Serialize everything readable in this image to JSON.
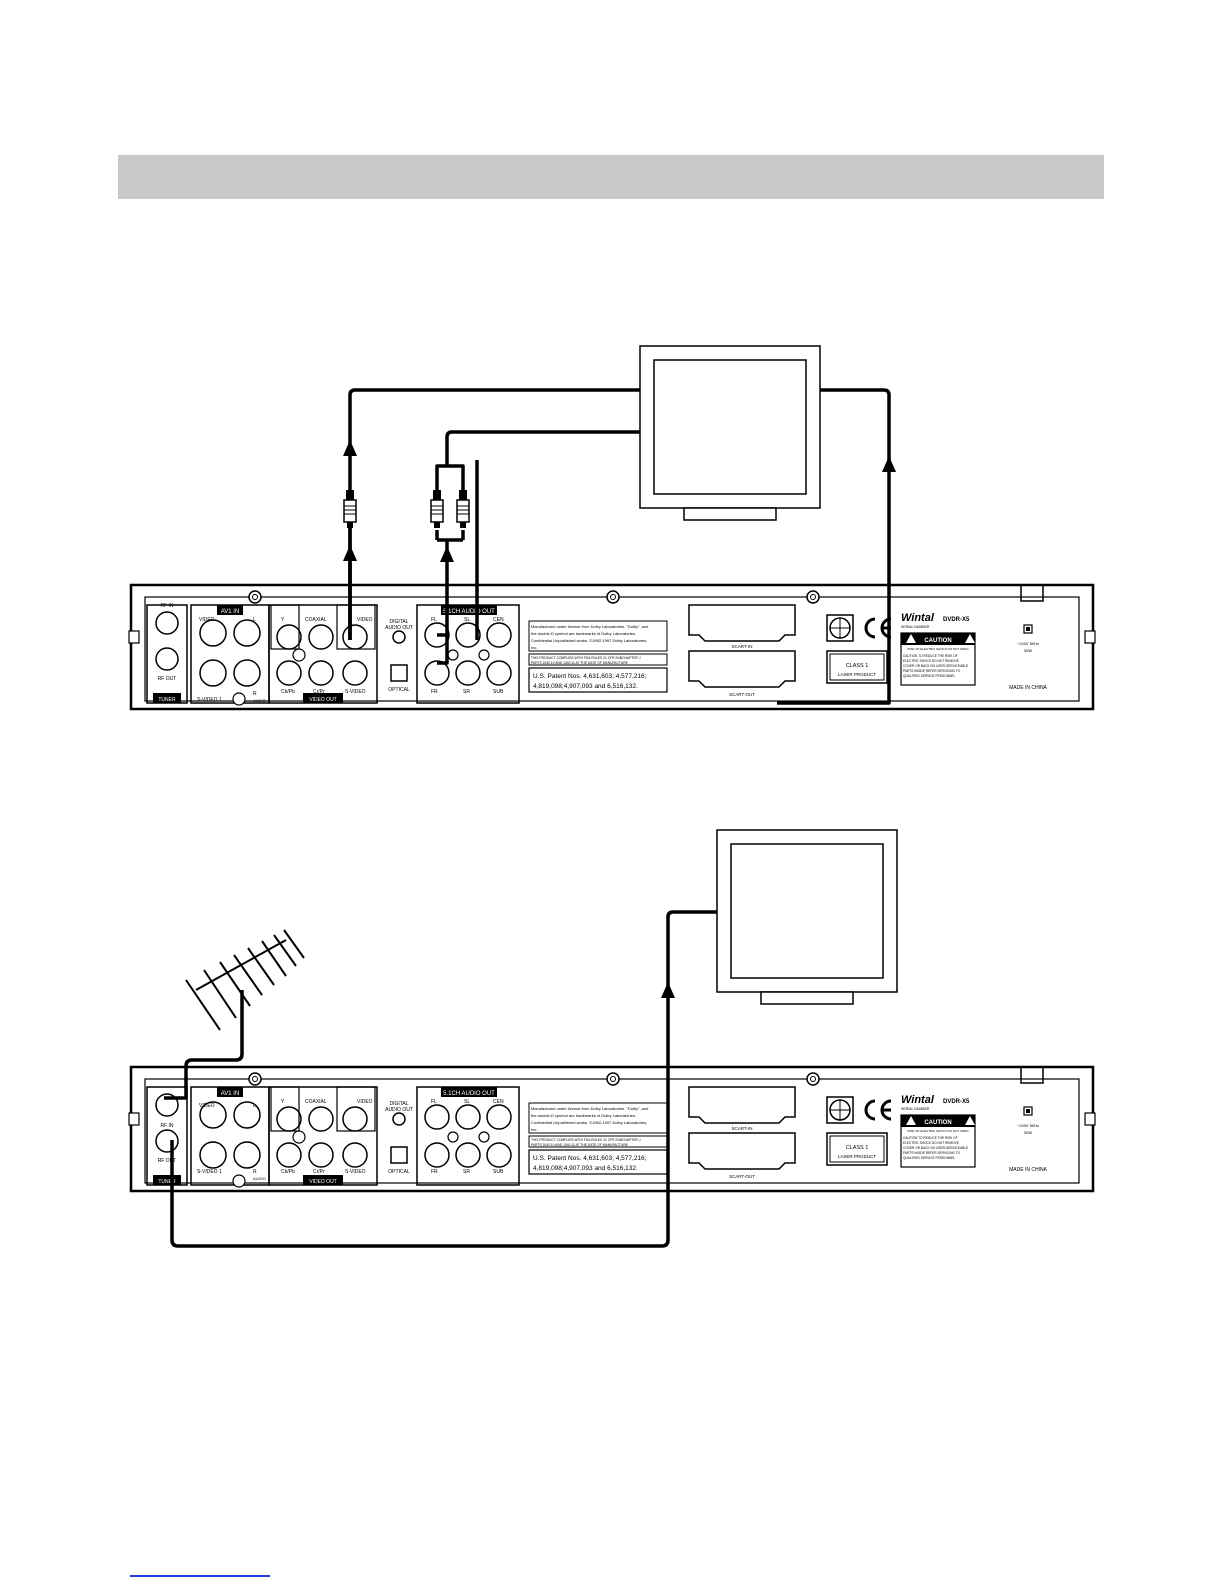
{
  "device": {
    "brand": "Wintal",
    "model": "DVDR-X5",
    "serial": "SERIAL NUMBER",
    "power": "~240V 50Hz",
    "watts": "30W",
    "made_in": "MADE IN CHINA",
    "laser_line1": "CLASS 1",
    "laser_line2": "LASER PRODUCT",
    "caution_title": "CAUTION",
    "caution_sub": "RISK OF ELECTRIC SHOCK DO NOT OPEN",
    "caution_body": [
      "CAUTION TO REDUCE THE RISK OF",
      "ELECTRIC SHOCK DO NOT REMOVE",
      "COVER OR BACK NO USER-SERVICEABLE",
      "PARTS INSIDE REFER SERVICING TO",
      "QUALIFIED SERVICE PERSONNEL"
    ],
    "dolby_text": [
      "Manufactured under license from Dolby Laboratories. \"Dolby\", and",
      "the double-D symbol are trademarks of Dolby Laboratories.",
      "Confidential Unpublished works. ©1992-1997 Dolby Laboratories,",
      "Inc."
    ],
    "fda_text": [
      "THIS PRODUCT COMPLIES WITH FDA RULES 21 CFR SUBCHAPTER J",
      "PARTS 1040.10 AND 1040.11 AT THE DATE OF MANUFACTURE"
    ],
    "patent_text": [
      "U.S. Patent Nos. 4,631,603; 4,577,216;",
      "4,819,098;4,907,093 and 6,516,132."
    ],
    "labels": {
      "rf_in": "RF IN",
      "rf_out": "RF OUT",
      "tuner": "TUNER",
      "av1_in": "AV1 IN",
      "video": "VIDEO",
      "l": "L",
      "r": "R",
      "audio": "AUDIO",
      "svideo1": "S-VIDEO 1",
      "y": "Y",
      "coaxial": "COAXIAL",
      "cbpb": "Cb/Pb",
      "crpr": "Cr/Pr",
      "svideo": "S-VIDEO",
      "video_out": "VIDEO OUT",
      "digital_audio_out": [
        "DIGITAL",
        "AUDIO OUT"
      ],
      "optical": "OPTICAL",
      "ch51": "5.1CH AUDIO OUT",
      "fl": "FL",
      "sl": "SL",
      "cen": "CEN",
      "fr": "FR",
      "sr": "SR",
      "sub": "SUB",
      "scart_in": "SCART-IN",
      "scart_out": "SCART-OUT"
    }
  }
}
